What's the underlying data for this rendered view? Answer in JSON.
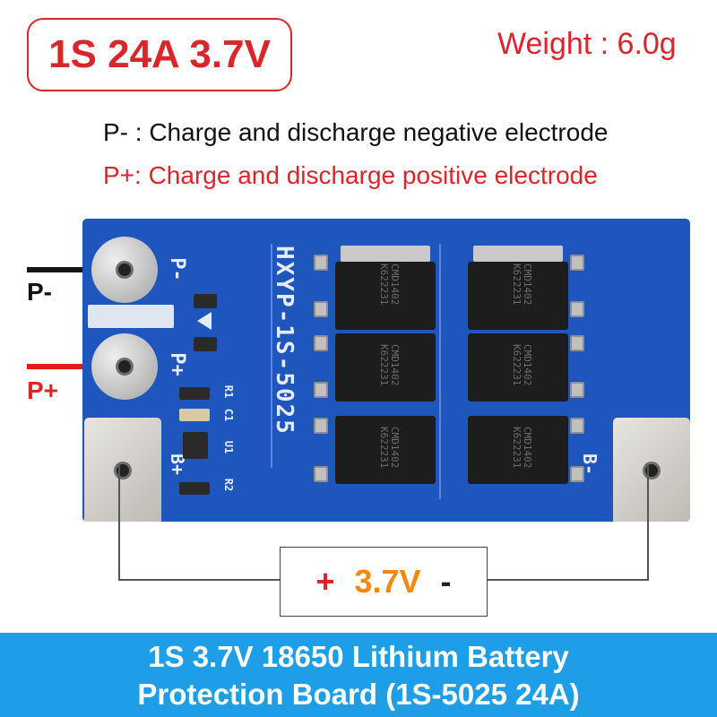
{
  "spec_badge": "1S 24A 3.7V",
  "weight": "Weight : 6.0g",
  "descriptions": {
    "p_minus": "P- : Charge and discharge negative electrode",
    "p_plus": "P+: Charge and discharge positive electrode"
  },
  "wire_labels": {
    "p_minus": "P-",
    "p_plus": "P+"
  },
  "board": {
    "model_silkscreen": "HXYP-1S-5025",
    "pad_labels": {
      "p_minus": "P-",
      "p_plus": "P+",
      "b_plus": "B+",
      "b_minus": "B-"
    },
    "component_labels": [
      "R1",
      "C1",
      "U1",
      "R2"
    ],
    "mosfet_marking": "CMD1402\nK622231"
  },
  "battery_connection": {
    "plus": "+",
    "voltage": "3.7V",
    "minus": "-"
  },
  "banner": {
    "line1": "1S 3.7V 18650 Lithium Battery",
    "line2": "Protection Board (1S-5025 24A)"
  },
  "colors": {
    "accent_red": "#d9262b",
    "board_blue": "#1f56bd",
    "banner_blue": "#1d9ee6",
    "voltage_orange": "#f08a0c"
  }
}
